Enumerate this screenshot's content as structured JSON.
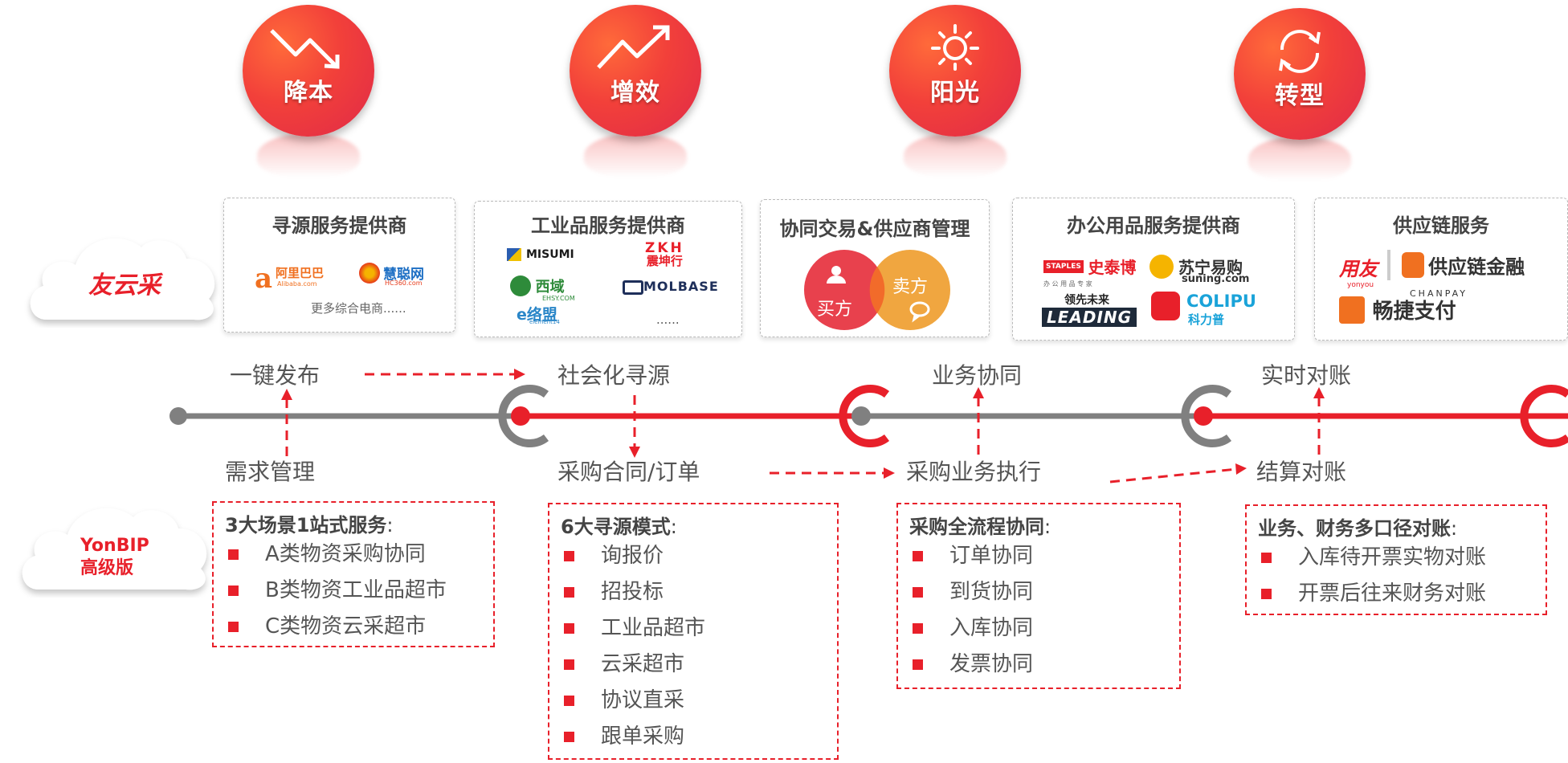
{
  "circles": [
    {
      "label": "降本",
      "icon": "trend-down-icon"
    },
    {
      "label": "增效",
      "icon": "trend-up-icon"
    },
    {
      "label": "阳光",
      "icon": "sun-icon"
    },
    {
      "label": "转型",
      "icon": "refresh-icon"
    }
  ],
  "clouds": {
    "top": "友云采",
    "bottom_line1": "YonBIP",
    "bottom_line2": "高级版"
  },
  "panels": {
    "sourcing": {
      "title": "寻源服务提供商",
      "logo1_main": "阿里巴巴",
      "logo1_sub": "Alibaba.com",
      "logo2_main": "慧聪网",
      "logo2_sub": "HC360.com",
      "more": "更多综合电商......"
    },
    "industrial": {
      "title": "工业品服务提供商",
      "misumi": "MISUMI",
      "zkh1": "ZKH",
      "zkh2": "震坤行",
      "xiyu": "西域",
      "xiyu_sub": "EHSY.COM",
      "molbase": "MOLBASE",
      "eluomeng": "e络盟",
      "eluomeng_sub": "element14",
      "more": "......"
    },
    "collab": {
      "title": "协同交易&供应商管理",
      "buyer": "买方",
      "seller": "卖方"
    },
    "office": {
      "title": "办公用品服务提供商",
      "staples_tag": "STAPLES",
      "staples": "史泰博",
      "staples_sub": "办 公 用 品 专 家",
      "suning": "苏宁易购",
      "suning_sub": "suning.com",
      "leading_top": "领先未来",
      "leading": "LEADING",
      "colipu": "COLIPU",
      "colipu_sub": "科力普"
    },
    "supply": {
      "title": "供应链服务",
      "yonyou": "用友",
      "yonyou_sub": "yonyou",
      "scf": "供应链金融",
      "chanpay_top": "CHANPAY",
      "chanpay": "畅捷支付"
    }
  },
  "timeline_labels": {
    "publish": "一键发布",
    "demand": "需求管理",
    "social": "社会化寻源",
    "contract": "采购合同/订单",
    "business": "业务协同",
    "execution": "采购业务执行",
    "realtime": "实时对账",
    "settle": "结算对账"
  },
  "boxes": [
    {
      "title": "3大场景1站式服务",
      "items": [
        "A类物资采购协同",
        "B类物资工业品超市",
        "C类物资云采超市"
      ]
    },
    {
      "title": "6大寻源模式",
      "items": [
        "询报价",
        "招投标",
        "工业品超市",
        "云采超市",
        "协议直采",
        "跟单采购"
      ]
    },
    {
      "title": "采购全流程协同",
      "items": [
        "订单协同",
        "到货协同",
        "入库协同",
        "发票协同"
      ]
    },
    {
      "title": "业务、财务多口径对账",
      "items": [
        "入库待开票实物对账",
        "开票后往来财务对账"
      ]
    }
  ],
  "colors": {
    "accent": "#e8202a",
    "grey_line": "#808080",
    "orange": "#f39c3a"
  }
}
